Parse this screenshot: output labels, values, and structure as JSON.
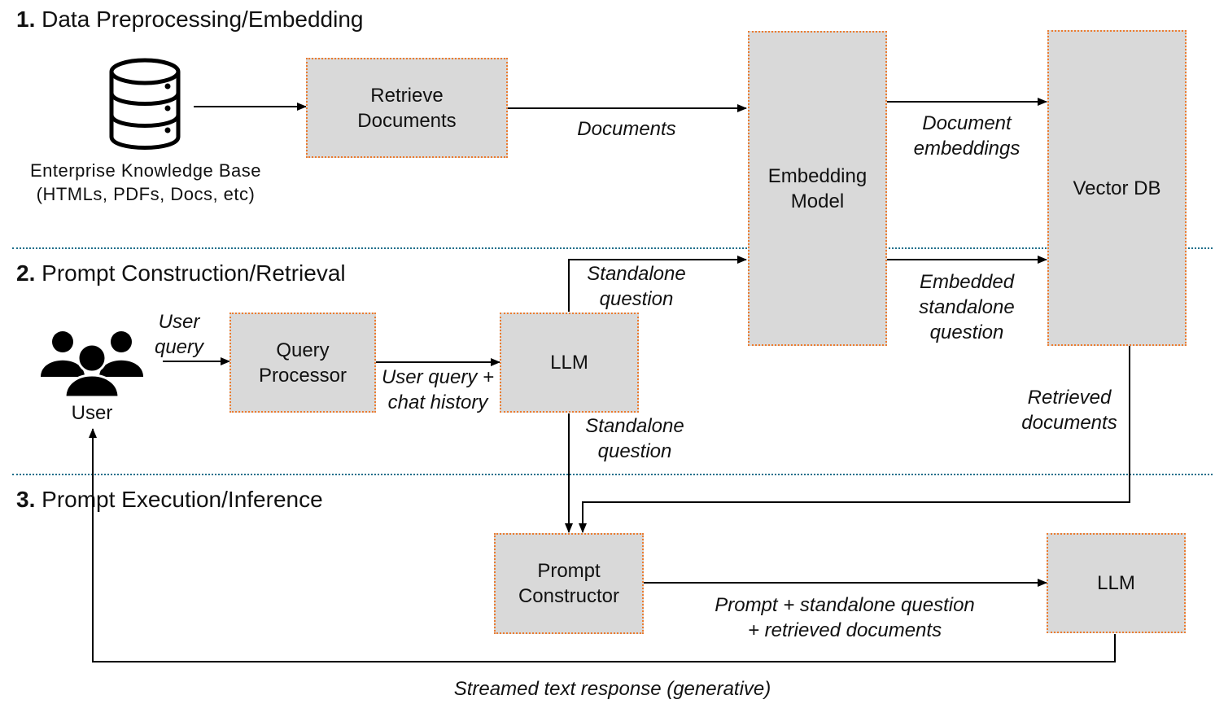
{
  "sections": [
    {
      "number": "1.",
      "title": "Data Preprocessing/Embedding"
    },
    {
      "number": "2.",
      "title": "Prompt Construction/Retrieval"
    },
    {
      "number": "3.",
      "title": "Prompt Execution/Inference"
    }
  ],
  "nodes": {
    "knowledge_base": "Enterprise Knowledge Base\n(HTMLs, PDFs, Docs, etc)",
    "retrieve_documents": "Retrieve\nDocuments",
    "embedding_model": "Embedding\nModel",
    "vector_db": "Vector DB",
    "user": "User",
    "query_processor": "Query\nProcessor",
    "llm_rewrite": "LLM",
    "prompt_constructor": "Prompt\nConstructor",
    "llm_inference": "LLM"
  },
  "edge_labels": {
    "documents": "Documents",
    "document_embeddings": "Document\nembeddings",
    "user_query": "User\nquery",
    "user_query_chat_history": "User query +\nchat history",
    "standalone_question_top": "Standalone\nquestion",
    "embedded_standalone_question": "Embedded\nstandalone\nquestion",
    "standalone_question_bottom": "Standalone\nquestion",
    "retrieved_documents": "Retrieved\ndocuments",
    "prompt_bundle": "Prompt + standalone question\n+ retrieved documents",
    "streamed_response": "Streamed text response (generative)"
  },
  "colors": {
    "box_fill": "#d9d9d9",
    "box_border": "#ec7c30",
    "divider": "#1f6f8b"
  },
  "icons": [
    "database-icon",
    "users-icon"
  ]
}
